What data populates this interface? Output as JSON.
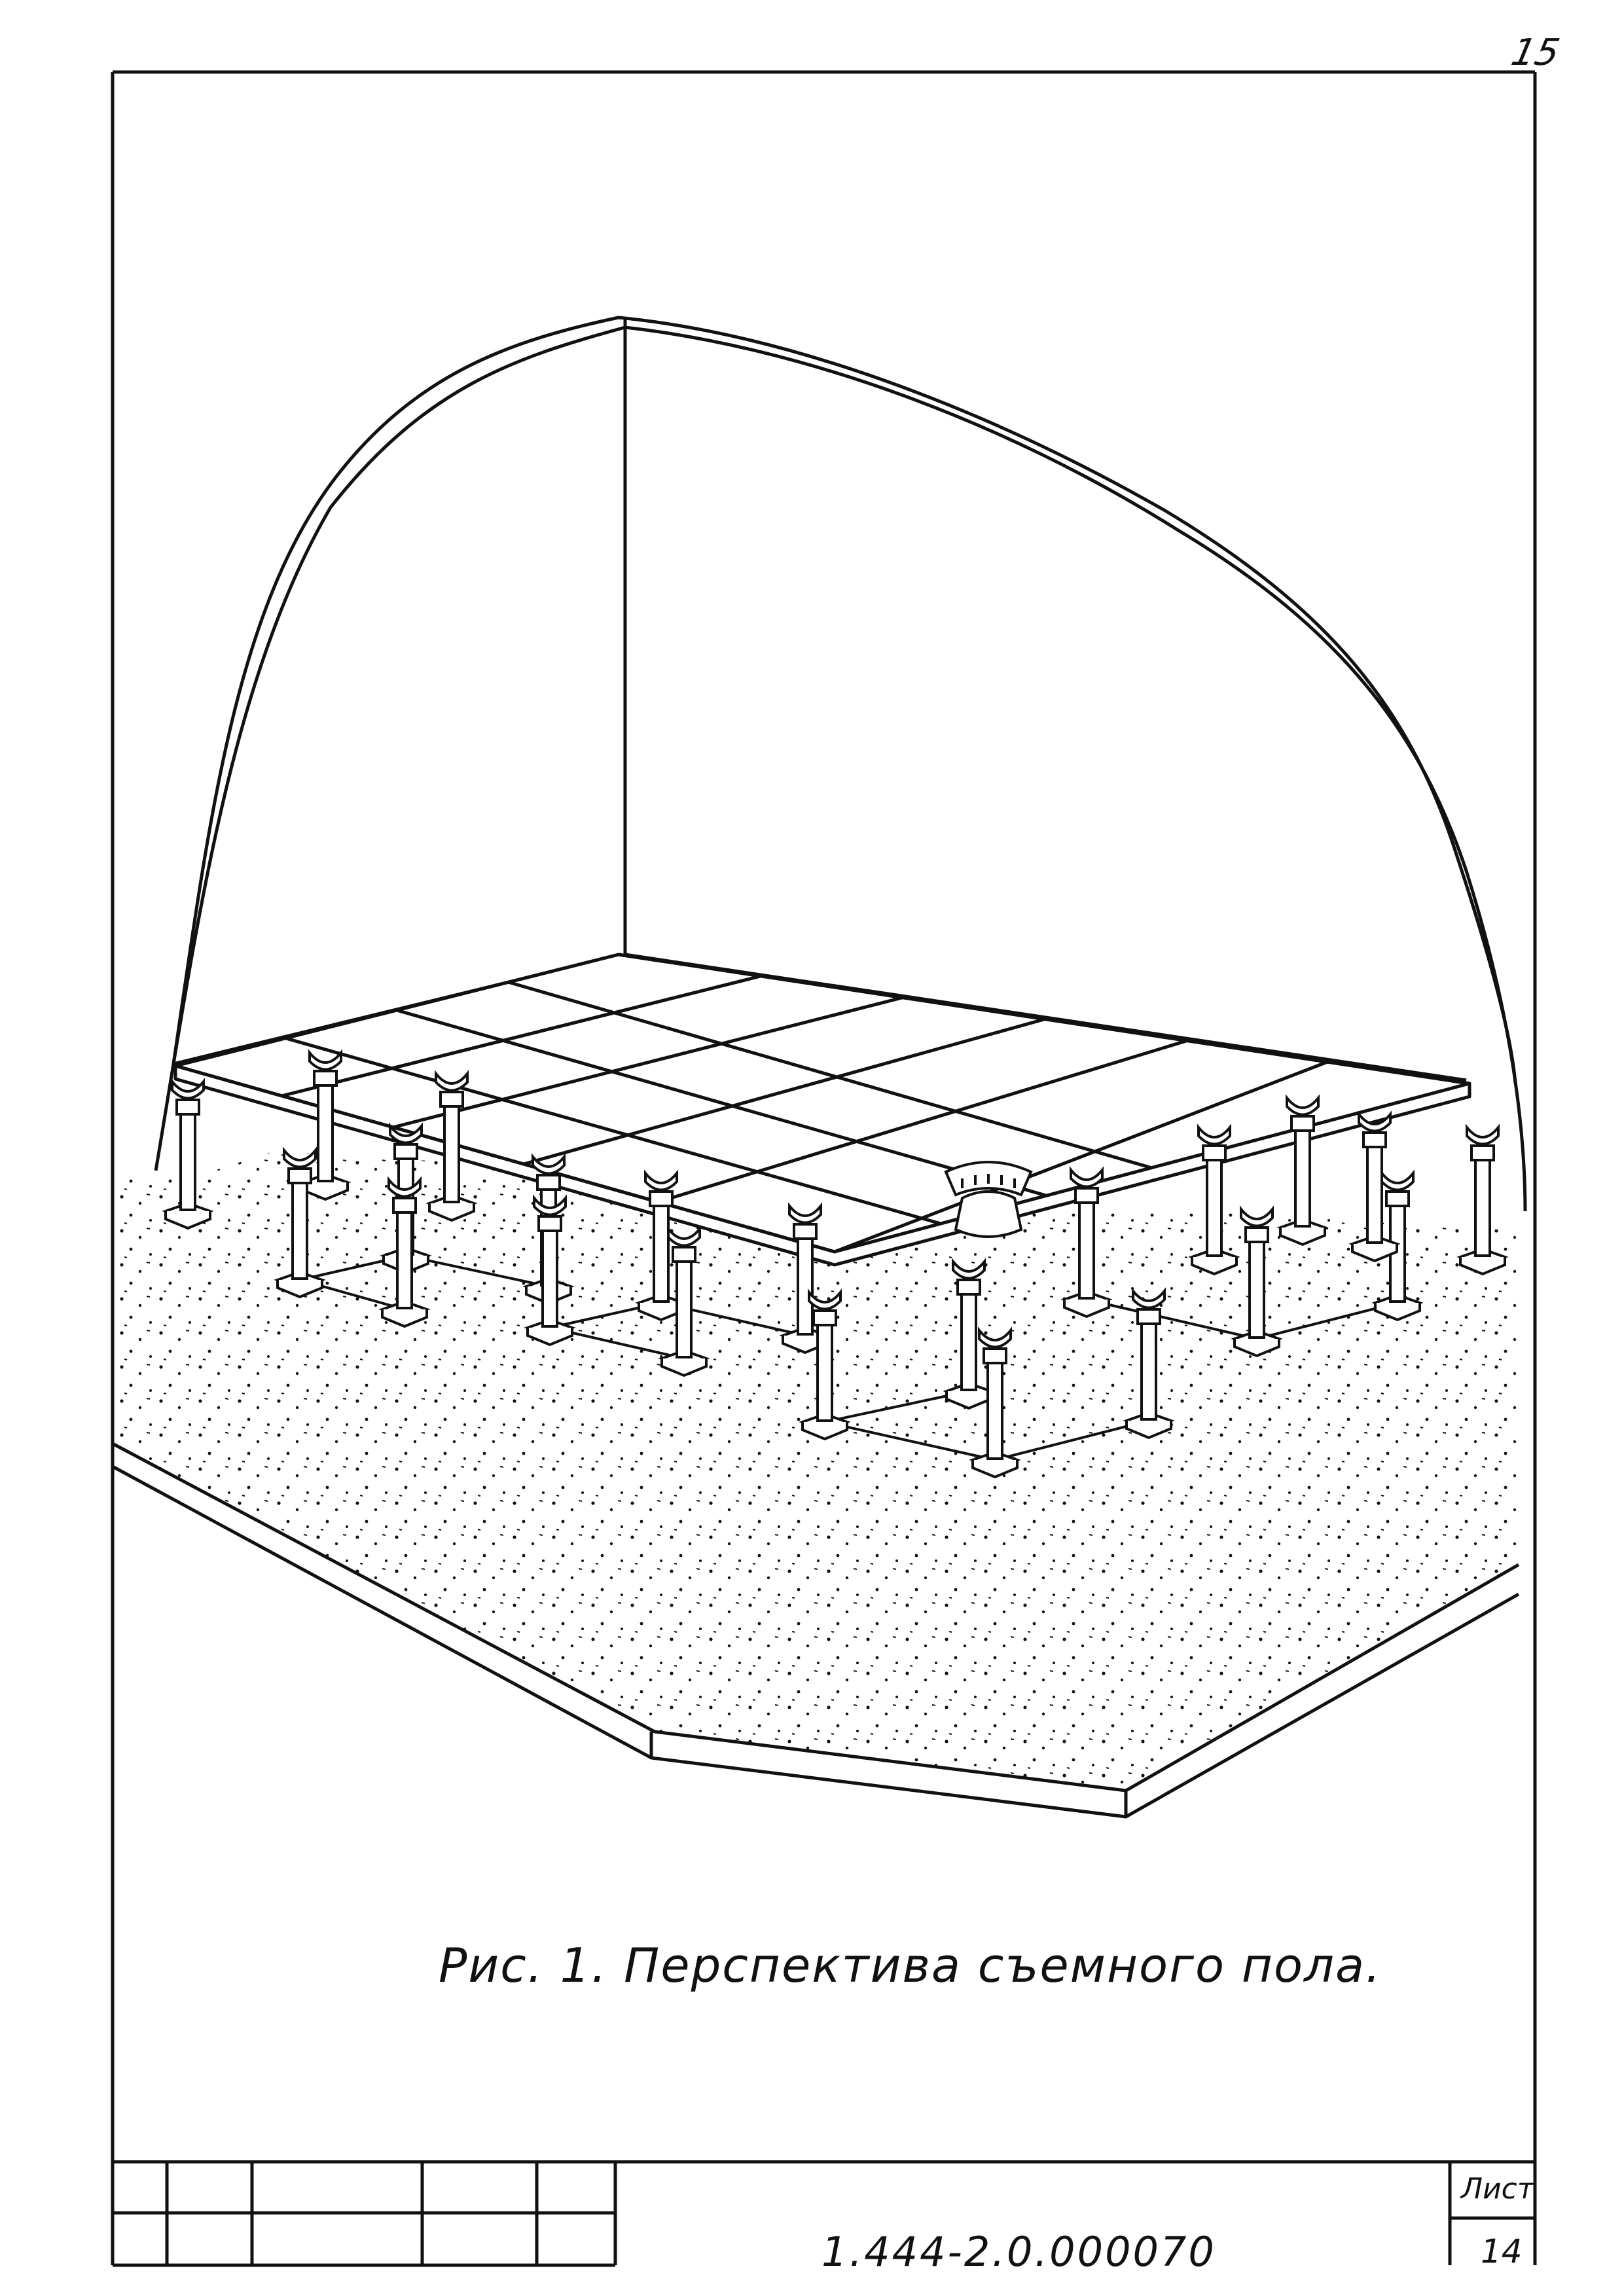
{
  "page": {
    "page_number": "15"
  },
  "figure": {
    "caption": "Рис. 1. Перспектива съемного пола."
  },
  "title_block": {
    "document_code": "1.444-2.0.000070",
    "sheet_label": "Лист",
    "sheet_number": "14"
  },
  "colors": {
    "ink": "#111111",
    "paper": "#ffffff"
  }
}
